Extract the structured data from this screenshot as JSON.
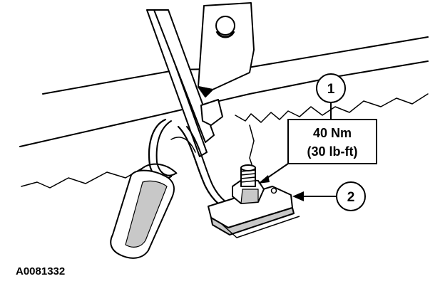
{
  "callouts": [
    {
      "id": "1",
      "label": "1"
    },
    {
      "id": "2",
      "label": "2"
    }
  ],
  "torque_spec": {
    "metric": "40 Nm",
    "imperial": "(30 lb-ft)"
  },
  "figure_id": "A0081332",
  "colors": {
    "ink": "#000000",
    "paper": "#ffffff",
    "shade": "#c8c8c8"
  }
}
